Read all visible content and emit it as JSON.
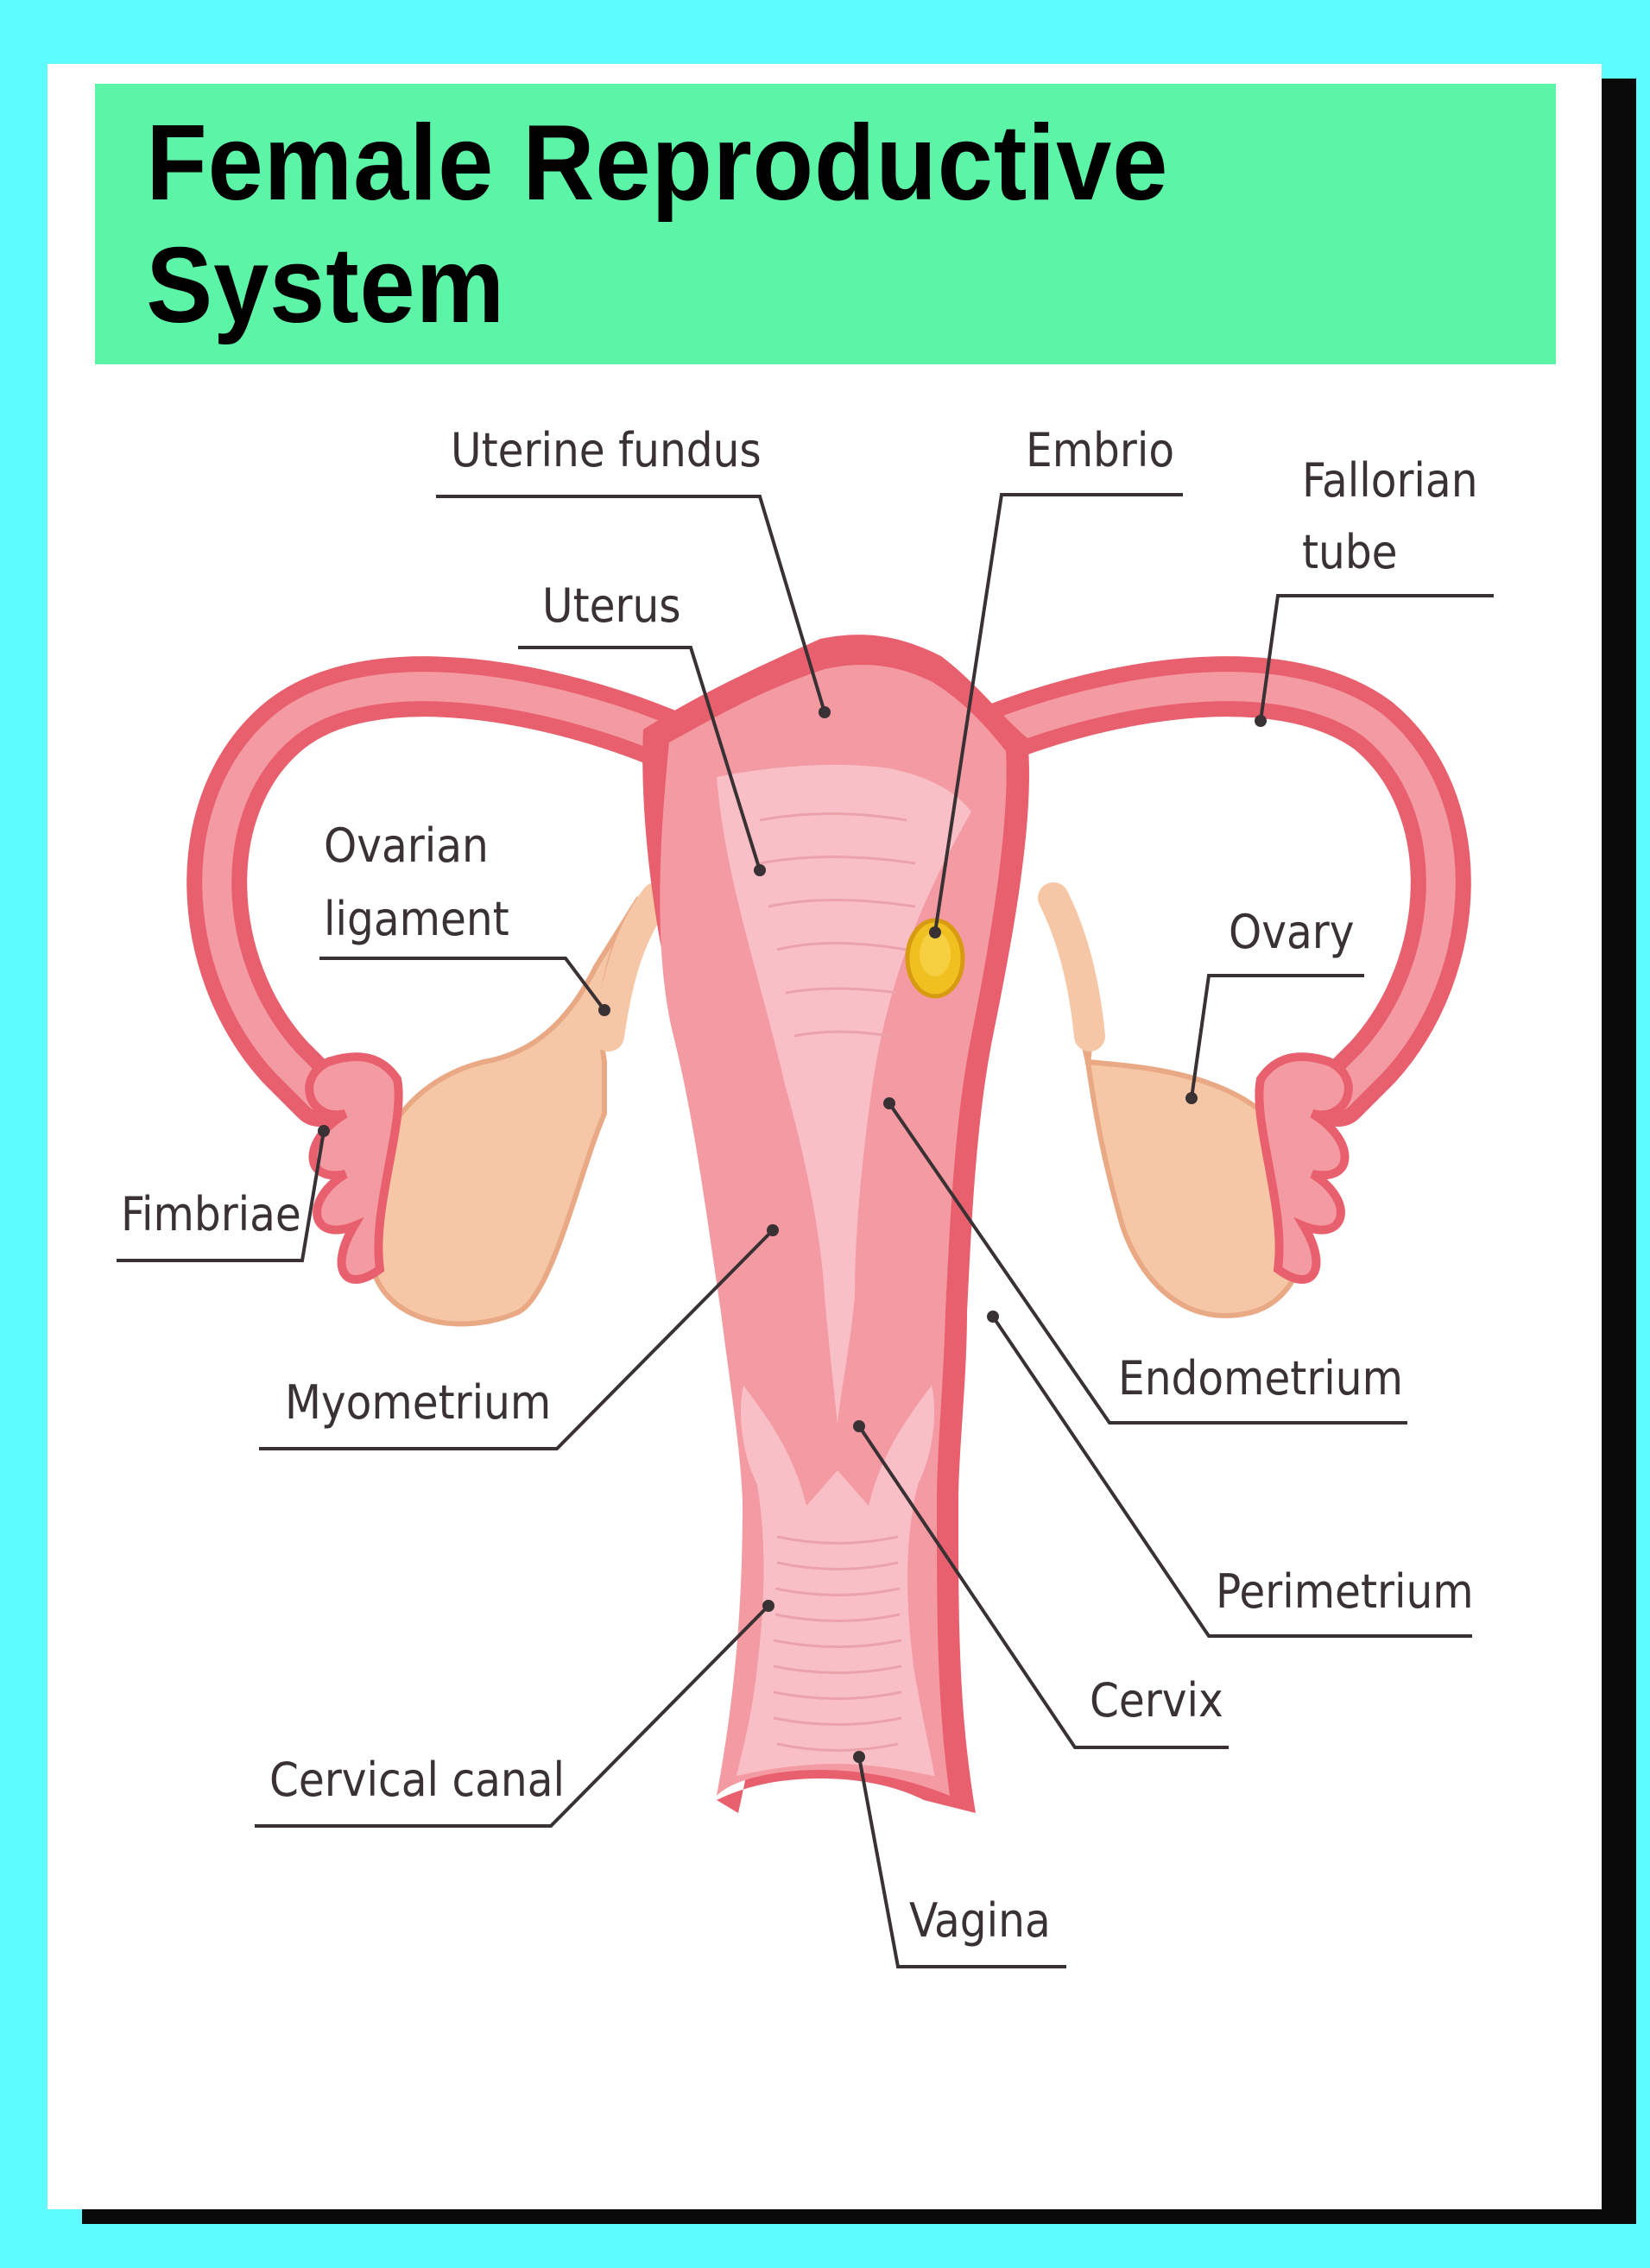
{
  "title": "Female Reproductive System",
  "colors": {
    "background": "#5ffcfd",
    "banner": "#5cf4a6",
    "card": "#ffffff",
    "organ_outer": "#e8606e",
    "organ_mid": "#f49aa3",
    "organ_inner": "#f8c0c6",
    "ovary": "#f6c7a6",
    "embryo": "#f0c020",
    "leader_line": "#3a3134"
  },
  "labels": {
    "uterine_fundus": "Uterine fundus",
    "embrio": "Embrio",
    "fallorian_tube_1": "Fallorian",
    "fallorian_tube_2": "tube",
    "uterus": "Uterus",
    "ovarian_ligament_1": "Ovarian",
    "ovarian_ligament_2": "ligament",
    "ovary": "Ovary",
    "fimbriae": "Fimbriae",
    "myometrium": "Myometrium",
    "endometrium": "Endometrium",
    "perimetrium": "Perimetrium",
    "cervix": "Cervix",
    "cervical_canal": "Cervical canal",
    "vagina": "Vagina"
  }
}
